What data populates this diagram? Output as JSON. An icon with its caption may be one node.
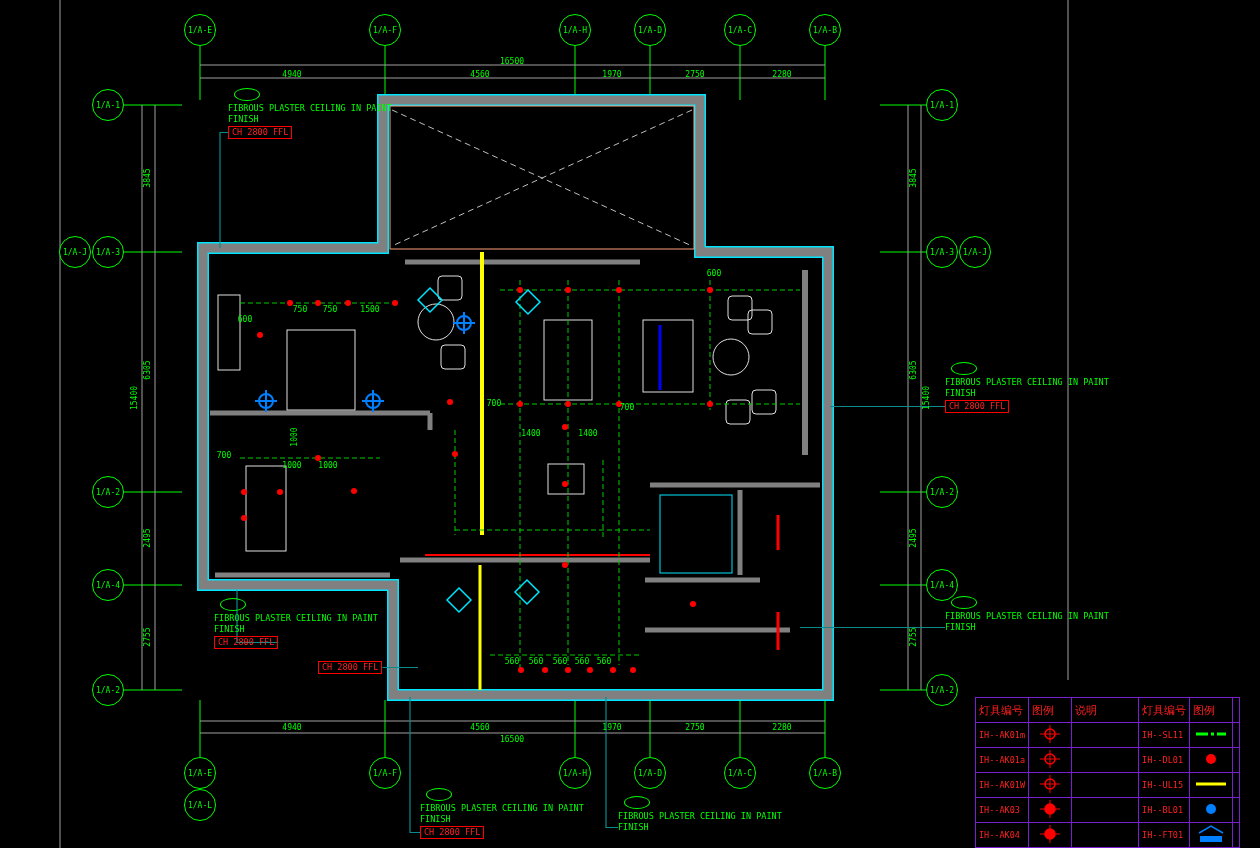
{
  "diagram": {
    "nodes": [
      {
        "text": [
          "1/A-E"
        ]
      },
      {
        "text": [
          "1/A-F"
        ]
      },
      {
        "text": [
          "1/A-H"
        ]
      },
      {
        "text": [
          "1/A-D"
        ]
      },
      {
        "text": [
          "1/A-C"
        ]
      },
      {
        "text": [
          "1/A-B"
        ]
      },
      {
        "text": [
          "1/A-E"
        ]
      },
      {
        "text": [
          "1/A-F"
        ]
      },
      {
        "text": [
          "1/A-H"
        ]
      },
      {
        "text": [
          "1/A-D"
        ]
      },
      {
        "text": [
          "1/A-C"
        ]
      },
      {
        "text": [
          "1/A-B"
        ]
      },
      {
        "text": [
          "1/A-L"
        ]
      },
      {
        "text": [
          "1/A-1"
        ]
      },
      {
        "text": [
          "1/A-J"
        ]
      },
      {
        "text": [
          "1/A-3"
        ]
      },
      {
        "text": [
          "1/A-2"
        ]
      },
      {
        "text": [
          "1/A-4"
        ]
      },
      {
        "text": [
          "1/A-2"
        ]
      },
      {
        "text": [
          "1/A-1"
        ]
      },
      {
        "text": [
          "1/A-3"
        ]
      },
      {
        "text": [
          "1/A-J"
        ]
      },
      {
        "text": [
          "1/A-2"
        ]
      },
      {
        "text": [
          "1/A-4"
        ]
      },
      {
        "text": [
          "1/A-2"
        ]
      },
      {
        "text": [
          "FIBROUS PLASTER CEILING IN PAINT",
          "FINISH",
          "CH 2800 FFL"
        ]
      },
      {
        "text": [
          "FIBROUS PLASTER CEILING IN PAINT",
          "FINISH",
          "CH 2800 FFL"
        ]
      },
      {
        "text": [
          "FIBROUS PLASTER CEILING IN PAINT",
          "FINISH",
          "CH 2800 FFL"
        ]
      },
      {
        "text": [
          "CH 2800 FFL"
        ]
      },
      {
        "text": [
          "FIBROUS PLASTER CEILING IN PAINT",
          "FINISH",
          "CH 2800 FFL"
        ]
      },
      {
        "text": [
          "FIBROUS PLASTER CEILING IN PAINT",
          "FINISH"
        ]
      },
      {
        "text": [
          "FIBROUS PLASTER CEILING IN PAINT",
          "FINISH"
        ]
      }
    ],
    "edges": [
      {
        "from": 25,
        "to": null,
        "arrow": "none"
      },
      {
        "from": 26,
        "to": null,
        "arrow": "none"
      },
      {
        "from": 27,
        "to": null,
        "arrow": "none"
      },
      {
        "from": 28,
        "to": null,
        "arrow": "none"
      },
      {
        "from": 29,
        "to": null,
        "arrow": "none"
      },
      {
        "from": 30,
        "to": null,
        "arrow": "none"
      },
      {
        "from": 31,
        "to": null,
        "arrow": "none"
      }
    ],
    "labels": [
      "16500",
      "4940",
      "4560",
      "1970",
      "2750",
      "2280",
      "16500",
      "4940",
      "4560",
      "1970",
      "2750",
      "2280",
      "3845",
      "6305",
      "2495",
      "2755",
      "15400",
      "3845",
      "6305",
      "2495",
      "2755",
      "15400",
      "750",
      "750",
      "1500",
      "600",
      "1000",
      "1000",
      "1000",
      "700",
      "1400",
      "1400",
      "700",
      "700",
      "600",
      "560",
      "560",
      "560",
      "560",
      "560",
      "灯具编号",
      "图例",
      "说明",
      "灯具编号",
      "图例"
    ],
    "legend": [
      {
        "text": "IH--AK01m"
      },
      {
        "text": "IH--SL11"
      },
      {
        "text": "IH--AK01a"
      },
      {
        "text": "IH--DL01"
      },
      {
        "text": "IH--AK01W"
      },
      {
        "text": "IH--UL15"
      },
      {
        "text": "IH--AK03"
      },
      {
        "text": "IH--BL01"
      },
      {
        "text": "IH--AK04"
      },
      {
        "text": "IH--FT01"
      }
    ]
  }
}
